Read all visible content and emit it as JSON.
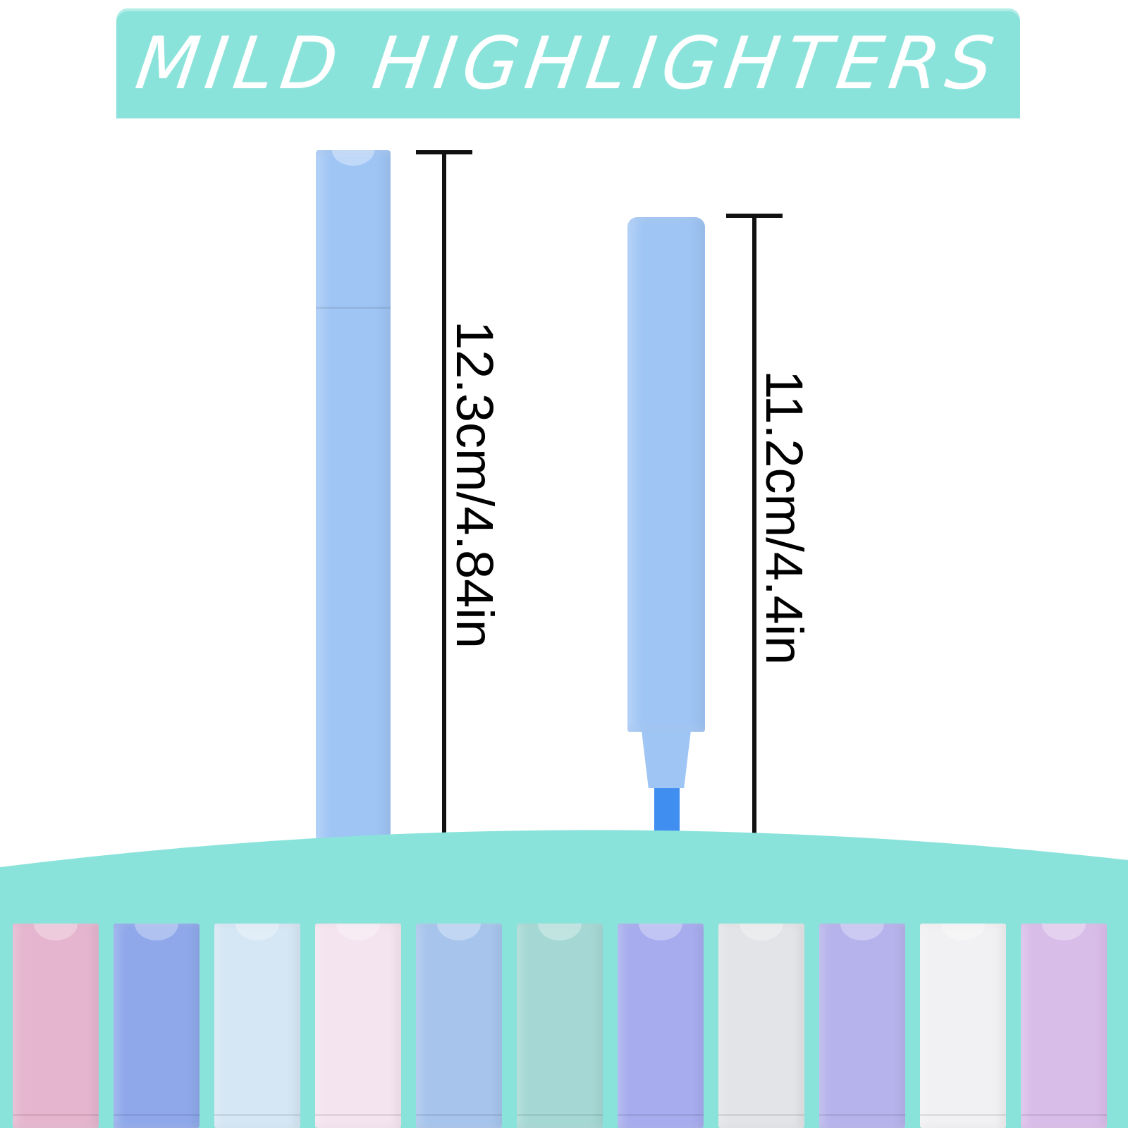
{
  "banner": {
    "title": "MILD HIGHLIGHTERS",
    "color": "#8ae3da"
  },
  "pen_capped": {
    "color": "#9fc5f5",
    "dimension_label": "12.3cm/4.84in"
  },
  "pen_uncapped": {
    "color": "#9fc5f5",
    "tip_color": "#3f8ef0",
    "dimension_label": "11.2cm/4.4in"
  },
  "accent_teal": "#8ae3da",
  "swatches": [
    {
      "color": "#e5b5cf"
    },
    {
      "color": "#8ea8ea"
    },
    {
      "color": "#d5e6f4"
    },
    {
      "color": "#f4e4ef"
    },
    {
      "color": "#a6c4ec"
    },
    {
      "color": "#a5d8d4"
    },
    {
      "color": "#a6acee"
    },
    {
      "color": "#e2e4e7"
    },
    {
      "color": "#b6b2ec"
    },
    {
      "color": "#f1f1f3"
    },
    {
      "color": "#d9bde9"
    }
  ]
}
